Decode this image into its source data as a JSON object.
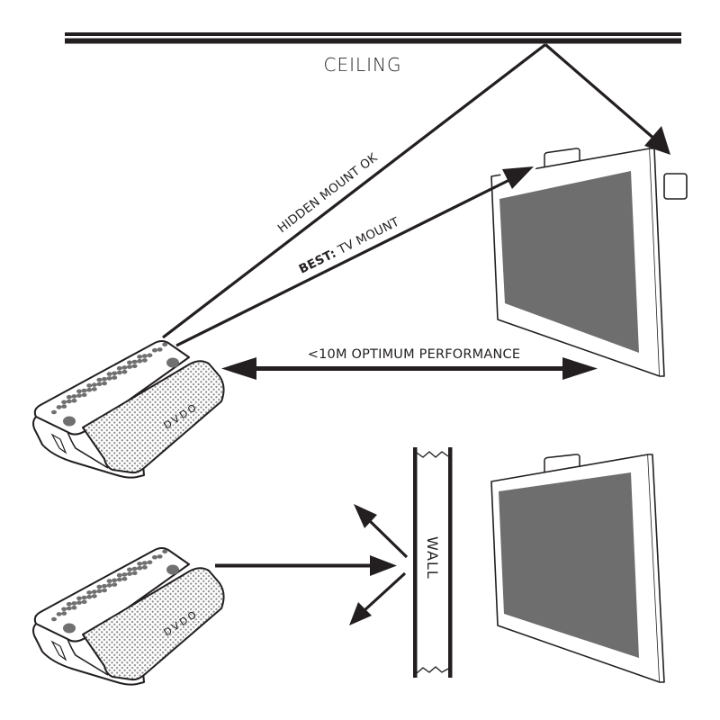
{
  "diagram": {
    "title": "Wireless device placement guide",
    "colors": {
      "ink": "#231f20",
      "screen": "#6e6e6e",
      "device_holes": "#707070",
      "background": "#ffffff"
    },
    "labels": {
      "ceiling": "CEILING",
      "hidden_mount": "HIDDEN MOUNT OK",
      "best_prefix": "BEST:",
      "best_suffix": " TV MOUNT",
      "range": "<10M OPTIMUM PERFORMANCE",
      "wall": "WALL"
    },
    "devices": [
      {
        "name": "transmitter-top",
        "logo": "DVDO"
      },
      {
        "name": "transmitter-bottom",
        "logo": "DVDO"
      }
    ],
    "scenes": [
      {
        "name": "line-of-sight",
        "paths": [
          "hidden mount via ceiling bounce",
          "best: TV mount direct"
        ],
        "range_note": "<10M OPTIMUM PERFORMANCE"
      },
      {
        "name": "wall-obstruction",
        "paths": [
          "signal blocked by wall and reflected"
        ]
      }
    ]
  }
}
